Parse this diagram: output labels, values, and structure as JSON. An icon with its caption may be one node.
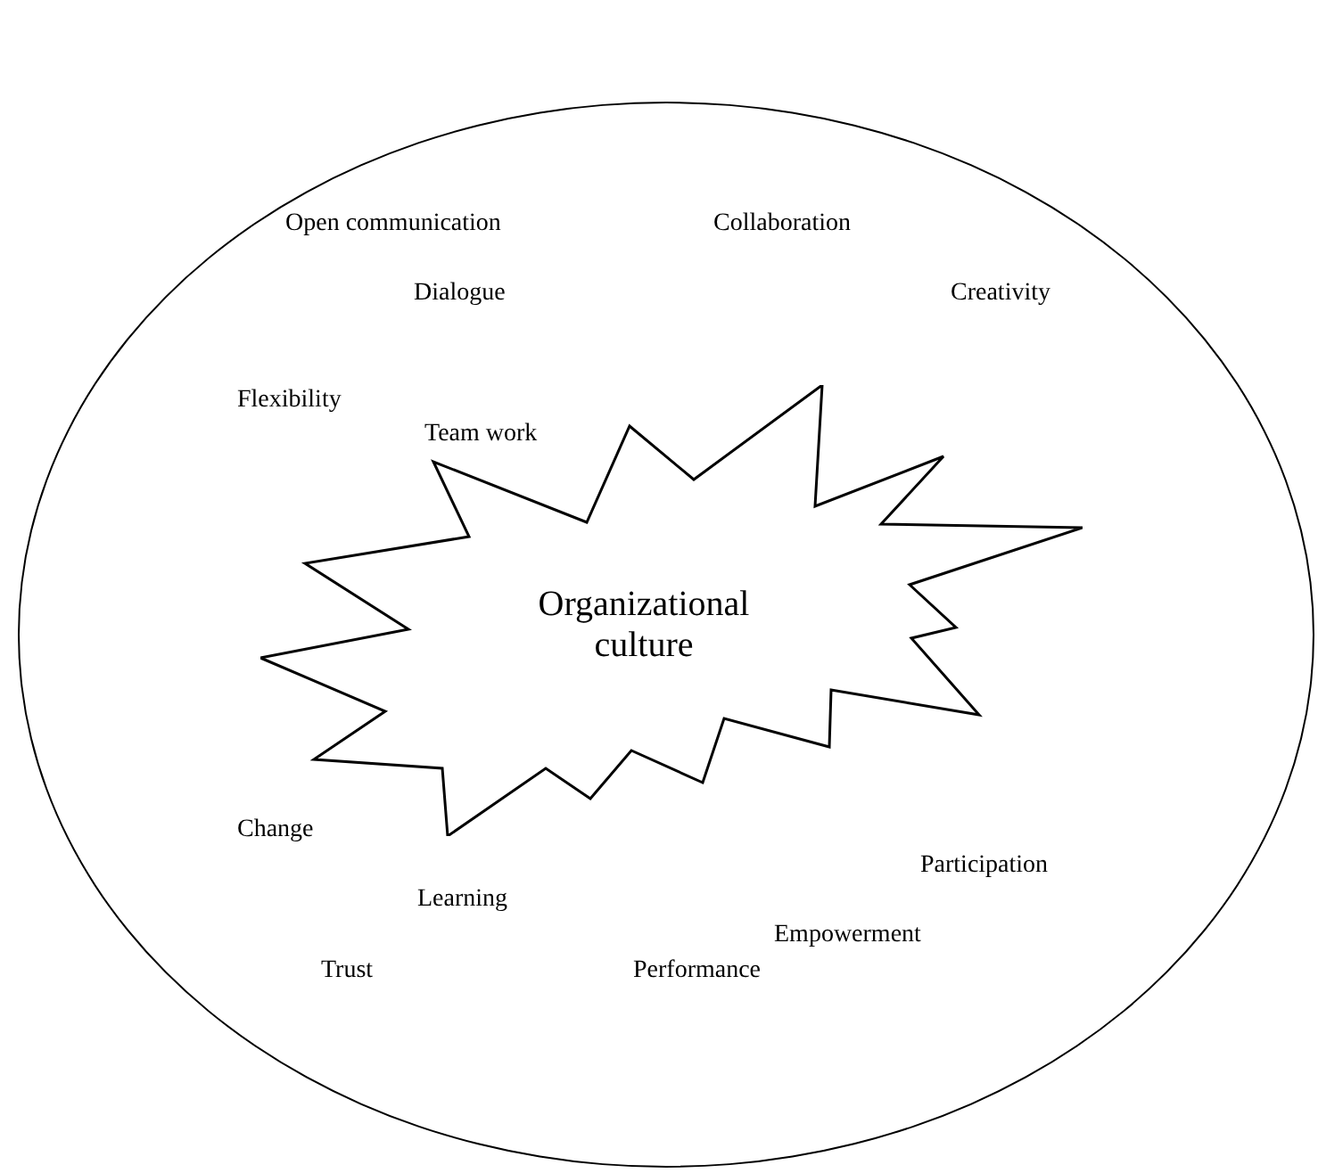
{
  "diagram": {
    "nodes": [
      {
        "text": [],
        "shape": "ellipse"
      },
      {
        "text": [
          "Organizational culture"
        ],
        "in": 0
      }
    ],
    "labels": [
      "Open communication",
      "Collaboration",
      "Dialogue",
      "Creativity",
      "Flexibility",
      "Team work",
      "Change",
      "Participation",
      "Learning",
      "Empowerment",
      "Trust",
      "Performance"
    ]
  }
}
